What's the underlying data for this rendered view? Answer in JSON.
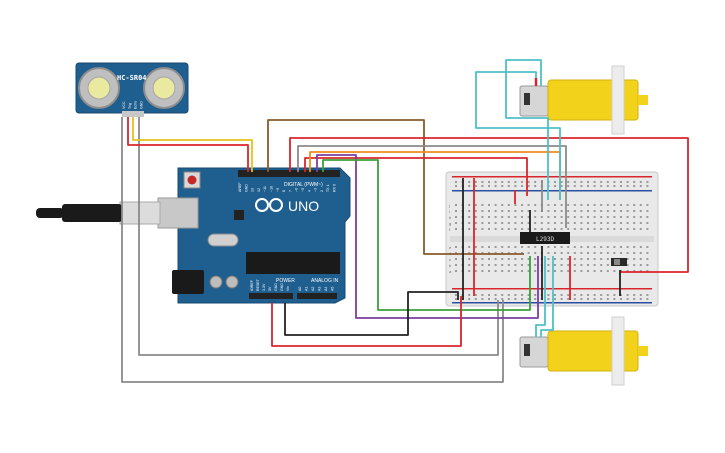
{
  "sensor": {
    "model": "HC-SR04",
    "pin_labels": [
      "VCC",
      "Trig",
      "Echo",
      "GND"
    ]
  },
  "arduino": {
    "brand": "UNO",
    "digital_header_label": "DIGITAL (PWM~)",
    "power_label": "POWER",
    "analog_label": "ANALOG IN",
    "digital_pins": [
      "AREF",
      "GND",
      "13",
      "12",
      "~11",
      "~10",
      "~9",
      "8",
      "7",
      "~6",
      "~5",
      "4",
      "~3",
      "2",
      "TX 1",
      "RX 0"
    ],
    "power_pins": [
      "IOREF",
      "RESET",
      "3.3V",
      "5V",
      "GND",
      "GND",
      "Vin"
    ],
    "analog_pins": [
      "A0",
      "A1",
      "A2",
      "A3",
      "A4",
      "A5"
    ]
  },
  "driver_chip": {
    "label": "L293D"
  },
  "breadboard": {
    "row_letters_top": [
      "j",
      "i",
      "h",
      "g",
      "f"
    ],
    "row_letters_bottom": [
      "e",
      "d",
      "c",
      "b",
      "a"
    ]
  },
  "colors": {
    "board": "#1f5f8f",
    "motor_yellow": "#f2d21b",
    "wire_red": "#d9262b",
    "wire_black": "#222222",
    "wire_brown": "#8a5a2b",
    "wire_purple": "#7a3fa0",
    "wire_green": "#3aa03a",
    "wire_gray": "#8a8a8a",
    "wire_cyan": "#4fc0c8",
    "wire_orange": "#f08a1c",
    "wire_yellow": "#e6c21a"
  }
}
